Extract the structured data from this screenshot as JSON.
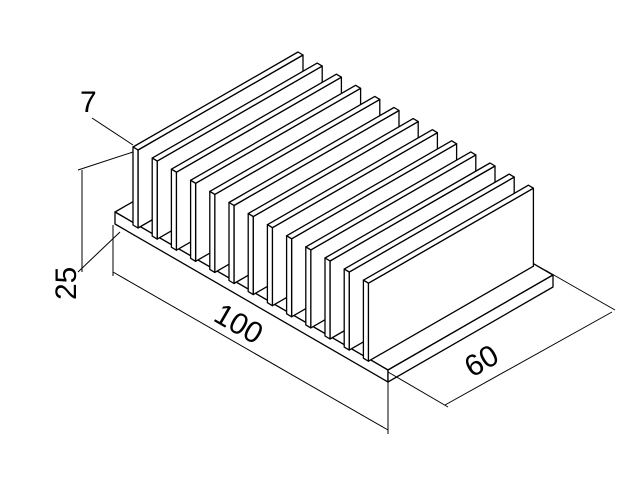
{
  "fin_count": 13,
  "dimensions": {
    "fin_thickness": "7",
    "height": "25",
    "length": "100",
    "width": "60"
  },
  "colors": {
    "line": "#000000",
    "fill": "#ffffff"
  }
}
